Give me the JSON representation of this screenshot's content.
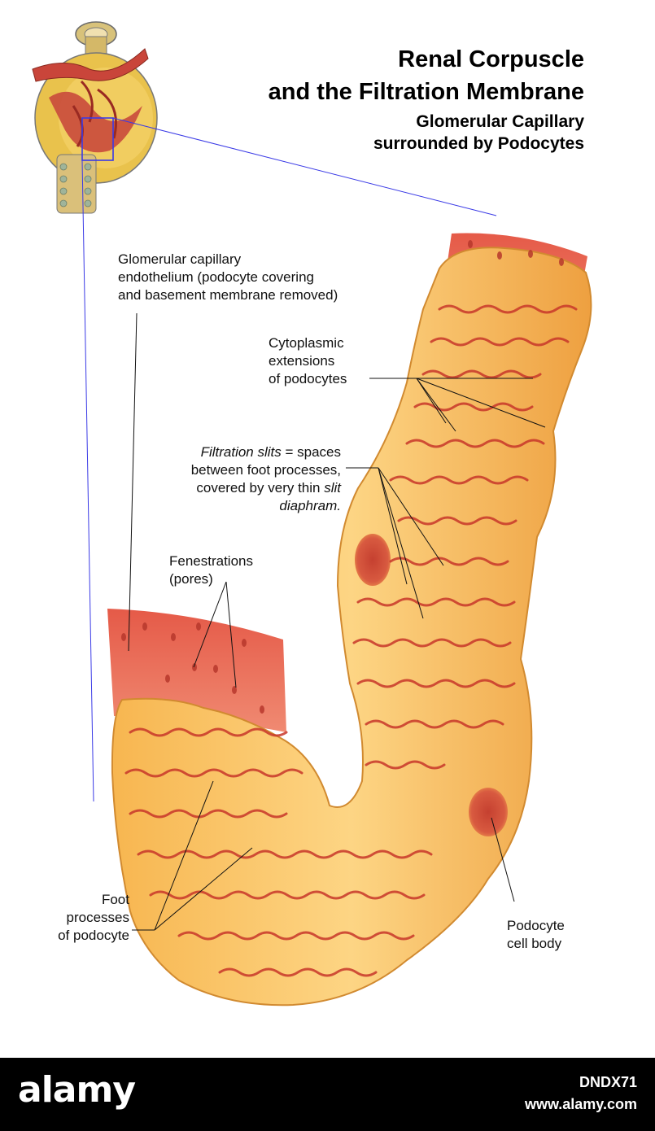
{
  "title": {
    "line1": "Renal Corpuscle",
    "line2": "and the Filtration Membrane"
  },
  "subtitle": {
    "line1": "Glomerular Capillary",
    "line2": "surrounded by Podocytes"
  },
  "labels": {
    "endothelium": [
      "Glomerular capillary",
      "endothelium (podocyte covering",
      "and basement membrane removed)"
    ],
    "cytoplasmic": [
      "Cytoplasmic",
      "extensions",
      "of podocytes"
    ],
    "filtration": {
      "term": "Filtration slits",
      "rest1": " = spaces",
      "line2": "between foot processes,",
      "line3a": "covered by very thin ",
      "line3b": "slit",
      "line4": "diaphram."
    },
    "fenestrations": [
      "Fenestrations",
      "(pores)"
    ],
    "foot": [
      "Foot",
      "processes",
      "of podocyte"
    ],
    "podocyte_body": [
      "Podocyte",
      "cell body"
    ]
  },
  "footer": {
    "brand": "alamy",
    "image_id": "DNDX71",
    "site": "www.alamy.com"
  },
  "colors": {
    "tissue": "#f2a642",
    "tissue_light": "#fcd888",
    "endothelium": "#e0564a",
    "slit": "#c8372a",
    "leader": "#111111",
    "zoom_line": "#3a3ae6"
  }
}
